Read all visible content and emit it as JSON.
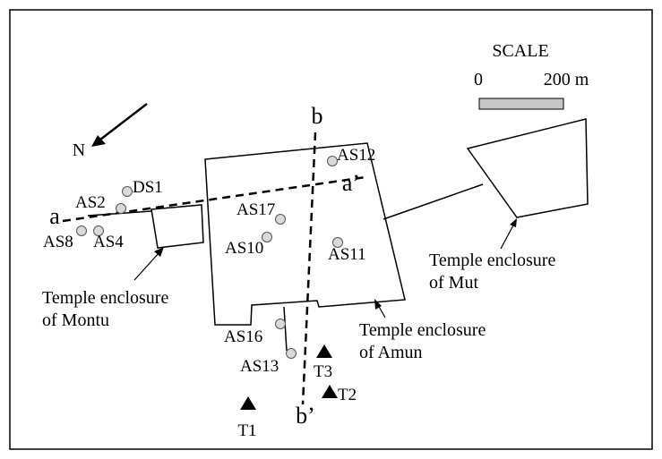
{
  "scale": {
    "title": "SCALE",
    "min_label": "0",
    "max_label": "200 m"
  },
  "north": {
    "label": "N"
  },
  "sections": [
    {
      "id": "a",
      "start_label": "a",
      "end_label": "a’"
    },
    {
      "id": "b",
      "start_label": "b",
      "end_label": "b’"
    }
  ],
  "sites": [
    {
      "label": "DS1"
    },
    {
      "label": "AS2"
    },
    {
      "label": "AS8"
    },
    {
      "label": "AS4"
    },
    {
      "label": "AS12"
    },
    {
      "label": "AS17"
    },
    {
      "label": "AS10"
    },
    {
      "label": "AS11"
    },
    {
      "label": "AS16"
    },
    {
      "label": "AS13"
    }
  ],
  "markers": [
    {
      "label": "T1"
    },
    {
      "label": "T2"
    },
    {
      "label": "T3"
    }
  ],
  "enclosures": [
    {
      "id": "montu",
      "line1": "Temple enclosure",
      "line2": "of Montu"
    },
    {
      "id": "amun",
      "line1": "Temple enclosure",
      "line2": "of Amun"
    },
    {
      "id": "mut",
      "line1": "Temple enclosure",
      "line2": "of Mut"
    }
  ],
  "colors": {
    "site_fill": "#d9d9d9",
    "scale_bar_fill": "#c8c8c8",
    "ink": "#000000"
  }
}
